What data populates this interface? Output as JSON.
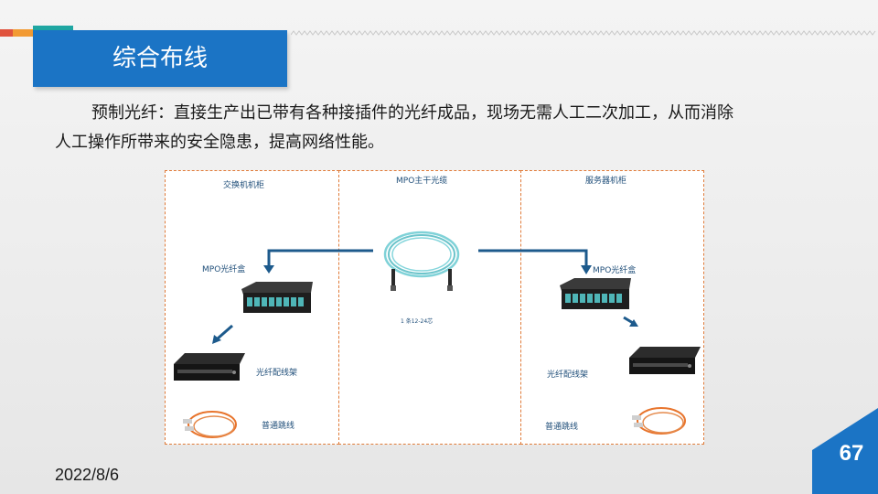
{
  "title": "综合布线",
  "paragraph": {
    "line1": "预制光纤：直接生产出已带有各种接插件的光纤成品，现场无需人工二次加工，从而消除",
    "line2": "人工操作所带来的安全隐患，提高网络性能。"
  },
  "diagram": {
    "zones": {
      "left": "交换机机柜",
      "middle": "MPO主干光缆",
      "right": "服务器机柜"
    },
    "middle_caption": "1 条12-24芯",
    "left_labels": {
      "mpo_box": "MPO光纤盒",
      "patch_panel": "光纤配线架",
      "patch_cord": "普通跳线"
    },
    "right_labels": {
      "mpo_box": "MPO光纤盒",
      "patch_panel": "光纤配线架",
      "patch_cord": "普通跳线"
    },
    "colors": {
      "arrow": "#1d5a8c",
      "zone_border": "#e07b39",
      "cable": "#7fd2d8",
      "orange_cable": "#e8742c"
    }
  },
  "footer": {
    "date": "2022/8/6",
    "page_number": "67"
  },
  "colors": {
    "title_bg": "#1b74c5",
    "accent_teal": "#1fa6a2",
    "page_badge": "#1b74c5"
  }
}
